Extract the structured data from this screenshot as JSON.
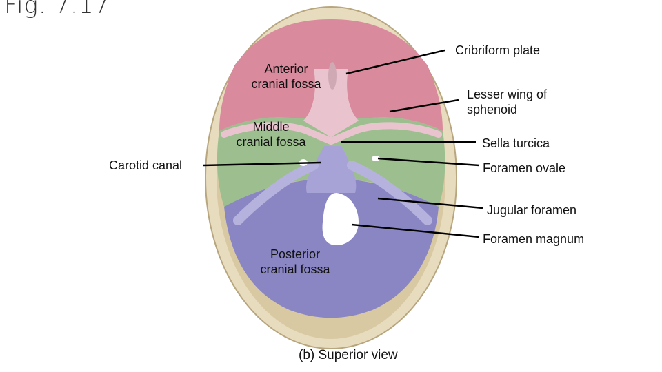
{
  "figure_title": "Fig. 7.17",
  "caption": "(b) Superior view",
  "labels": {
    "anterior_fossa": [
      "Anterior",
      "cranial fossa"
    ],
    "middle_fossa": [
      "Middle",
      "cranial fossa"
    ],
    "posterior_fossa": [
      "Posterior",
      "cranial fossa"
    ],
    "carotid_canal": "Carotid canal",
    "cribriform_plate": "Cribriform plate",
    "lesser_wing": [
      "Lesser wing of",
      "sphenoid"
    ],
    "sella_turcica": "Sella turcica",
    "foramen_ovale": "Foramen ovale",
    "jugular_foramen": "Jugular foramen",
    "foramen_magnum": "Foramen magnum"
  },
  "colors": {
    "bone": "#e8dcbf",
    "anterior_fossa": "#d98a9c",
    "middle_fossa": "#9dbf8f",
    "posterior_fossa": "#8a86c4",
    "sphenoid_body": "#e9c4cf"
  }
}
